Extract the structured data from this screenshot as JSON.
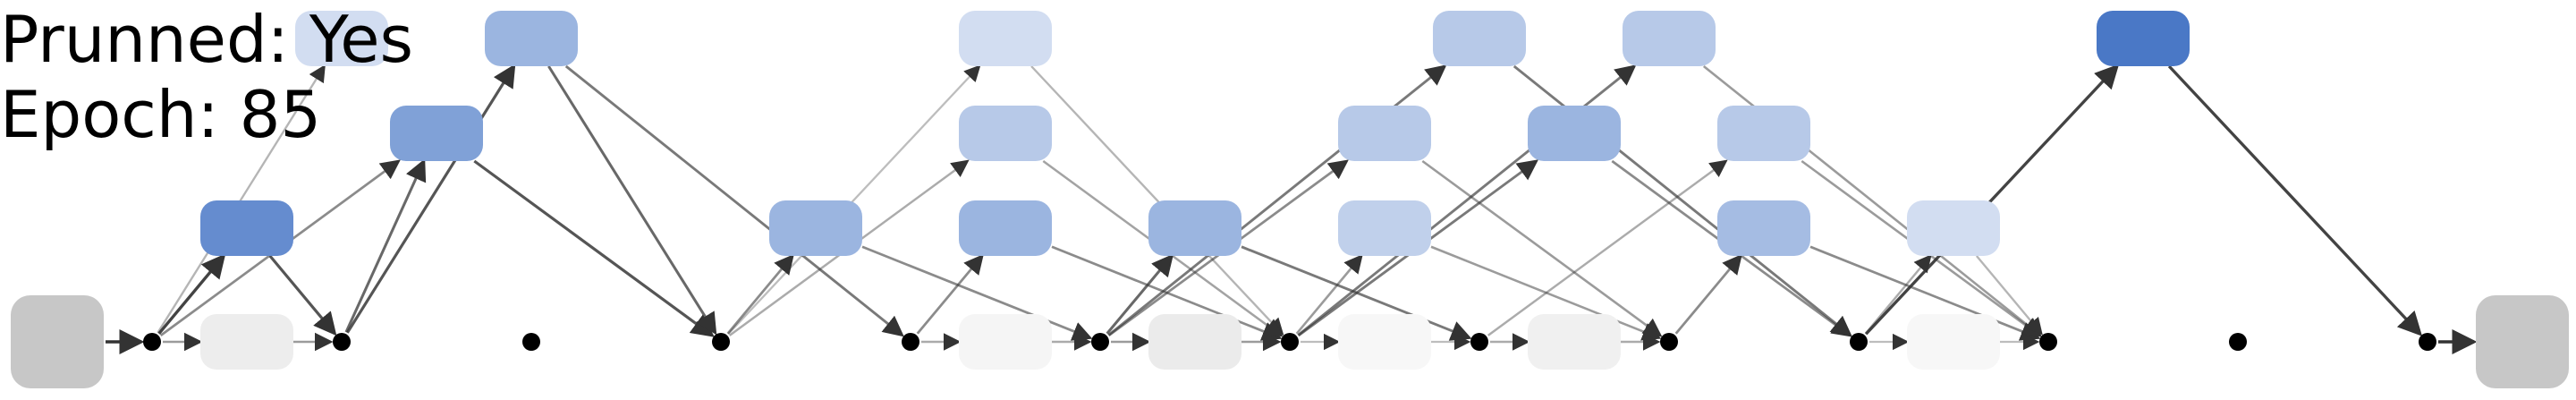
{
  "labels": {
    "pruned_key": "Prunned",
    "pruned_value": "Yes",
    "epoch_key": "Epoch",
    "epoch_value": "85"
  },
  "colors": {
    "accent": "#4a78c6",
    "terminal": "#c7c7c7",
    "dot": "#000000",
    "edge": "#333333"
  },
  "diagram": {
    "dots": [
      {
        "id": "d0",
        "col": 0
      },
      {
        "id": "d1",
        "col": 1
      },
      {
        "id": "d2",
        "col": 2
      },
      {
        "id": "d3",
        "col": 3
      },
      {
        "id": "d4",
        "col": 4
      },
      {
        "id": "d5",
        "col": 5
      },
      {
        "id": "d6",
        "col": 6
      },
      {
        "id": "d7",
        "col": 7
      },
      {
        "id": "d8",
        "col": 8
      },
      {
        "id": "d9",
        "col": 9
      },
      {
        "id": "d10",
        "col": 10
      },
      {
        "id": "d11",
        "col": 11
      },
      {
        "id": "d12",
        "col": 12
      }
    ],
    "boxes": [
      {
        "id": "input",
        "kind": "terminal",
        "slot": -0.5,
        "level": 0,
        "shade": 1.0
      },
      {
        "id": "output",
        "kind": "terminal",
        "slot": 12.5,
        "level": 0,
        "shade": 1.0
      },
      {
        "id": "g01",
        "kind": "gray",
        "slot": 0.5,
        "level": 0,
        "shade": 0.35
      },
      {
        "id": "g45",
        "kind": "gray",
        "slot": 4.5,
        "level": 0,
        "shade": 0.2
      },
      {
        "id": "g56",
        "kind": "gray",
        "slot": 5.5,
        "level": 0,
        "shade": 0.4
      },
      {
        "id": "g67",
        "kind": "gray",
        "slot": 6.5,
        "level": 0,
        "shade": 0.15
      },
      {
        "id": "g78",
        "kind": "gray",
        "slot": 7.5,
        "level": 0,
        "shade": 0.3
      },
      {
        "id": "g910",
        "kind": "gray",
        "slot": 9.5,
        "level": 0,
        "shade": 0.15
      },
      {
        "id": "b01",
        "kind": "blue",
        "slot": 0.5,
        "level": 1,
        "shade": 0.85
      },
      {
        "id": "b35",
        "kind": "blue",
        "slot": 3.5,
        "level": 1,
        "shade": 0.55
      },
      {
        "id": "b46",
        "kind": "blue",
        "slot": 4.5,
        "level": 1,
        "shade": 0.55
      },
      {
        "id": "b57",
        "kind": "blue",
        "slot": 5.5,
        "level": 1,
        "shade": 0.55
      },
      {
        "id": "b68",
        "kind": "blue",
        "slot": 6.5,
        "level": 1,
        "shade": 0.35
      },
      {
        "id": "b810",
        "kind": "blue",
        "slot": 8.5,
        "level": 1,
        "shade": 0.5
      },
      {
        "id": "b911",
        "kind": "blue",
        "slot": 9.5,
        "level": 1,
        "shade": 0.25
      },
      {
        "id": "b02",
        "kind": "blue",
        "slot": 1.5,
        "level": 2,
        "shade": 0.7
      },
      {
        "id": "b46b",
        "kind": "blue",
        "slot": 4.5,
        "level": 2,
        "shade": 0.4
      },
      {
        "id": "b68b",
        "kind": "blue",
        "slot": 6.5,
        "level": 2,
        "shade": 0.4
      },
      {
        "id": "b79",
        "kind": "blue",
        "slot": 7.5,
        "level": 2,
        "shade": 0.55
      },
      {
        "id": "b810b",
        "kind": "blue",
        "slot": 8.5,
        "level": 2,
        "shade": 0.4
      },
      {
        "id": "b03",
        "kind": "blue",
        "slot": 1.0,
        "level": 3,
        "shade": 0.25
      },
      {
        "id": "b14",
        "kind": "blue",
        "slot": 2.0,
        "level": 3,
        "shade": 0.55
      },
      {
        "id": "b36",
        "kind": "blue",
        "slot": 4.5,
        "level": 3,
        "shade": 0.25
      },
      {
        "id": "b69",
        "kind": "blue",
        "slot": 7.0,
        "level": 3,
        "shade": 0.4
      },
      {
        "id": "b710",
        "kind": "blue",
        "slot": 8.0,
        "level": 3,
        "shade": 0.4
      },
      {
        "id": "b1012",
        "kind": "blue",
        "slot": 10.5,
        "level": 3,
        "shade": 1.0
      }
    ],
    "edges": [
      {
        "from": "input",
        "to": "d0",
        "strength": 1.0
      },
      {
        "from": "d0",
        "to": "g01",
        "strength": 0.4
      },
      {
        "from": "g01",
        "to": "d1",
        "strength": 0.4
      },
      {
        "from": "d0",
        "to": "b01",
        "strength": 0.9
      },
      {
        "from": "b01",
        "to": "d1",
        "strength": 0.8
      },
      {
        "from": "d0",
        "to": "b03",
        "strength": 0.25
      },
      {
        "from": "d0",
        "to": "b02",
        "strength": 0.5
      },
      {
        "from": "d1",
        "to": "b02",
        "strength": 0.7
      },
      {
        "from": "d1",
        "to": "b14",
        "strength": 0.8
      },
      {
        "from": "b02",
        "to": "d3",
        "strength": 0.8
      },
      {
        "from": "b14",
        "to": "d3",
        "strength": 0.7
      },
      {
        "from": "b14",
        "to": "d4",
        "strength": 0.6
      },
      {
        "from": "d3",
        "to": "b35",
        "strength": 0.5
      },
      {
        "from": "d3",
        "to": "b46b",
        "strength": 0.3
      },
      {
        "from": "d3",
        "to": "b36",
        "strength": 0.2
      },
      {
        "from": "b35",
        "to": "d5",
        "strength": 0.5
      },
      {
        "from": "b36",
        "to": "d6",
        "strength": 0.25
      },
      {
        "from": "d4",
        "to": "g45",
        "strength": 0.3
      },
      {
        "from": "g45",
        "to": "d5",
        "strength": 0.3
      },
      {
        "from": "d4",
        "to": "b46",
        "strength": 0.5
      },
      {
        "from": "b46",
        "to": "d6",
        "strength": 0.5
      },
      {
        "from": "b46b",
        "to": "d6",
        "strength": 0.35
      },
      {
        "from": "d5",
        "to": "g56",
        "strength": 0.4
      },
      {
        "from": "g56",
        "to": "d6",
        "strength": 0.4
      },
      {
        "from": "d5",
        "to": "b57",
        "strength": 0.7
      },
      {
        "from": "d5",
        "to": "b68b",
        "strength": 0.5
      },
      {
        "from": "d5",
        "to": "b69",
        "strength": 0.6
      },
      {
        "from": "b57",
        "to": "d7",
        "strength": 0.6
      },
      {
        "from": "b68b",
        "to": "d8",
        "strength": 0.4
      },
      {
        "from": "d6",
        "to": "g67",
        "strength": 0.2
      },
      {
        "from": "g67",
        "to": "d7",
        "strength": 0.2
      },
      {
        "from": "d6",
        "to": "b68",
        "strength": 0.4
      },
      {
        "from": "d6",
        "to": "b710",
        "strength": 0.6
      },
      {
        "from": "d6",
        "to": "b79",
        "strength": 0.6
      },
      {
        "from": "b68",
        "to": "d8",
        "strength": 0.4
      },
      {
        "from": "b69",
        "to": "d9",
        "strength": 0.6
      },
      {
        "from": "b79",
        "to": "d9",
        "strength": 0.5
      },
      {
        "from": "d7",
        "to": "g78",
        "strength": 0.3
      },
      {
        "from": "g78",
        "to": "d8",
        "strength": 0.3
      },
      {
        "from": "d7",
        "to": "b810b",
        "strength": 0.3
      },
      {
        "from": "b710",
        "to": "d10",
        "strength": 0.4
      },
      {
        "from": "d8",
        "to": "b810",
        "strength": 0.5
      },
      {
        "from": "b810",
        "to": "d10",
        "strength": 0.5
      },
      {
        "from": "b810b",
        "to": "d10",
        "strength": 0.4
      },
      {
        "from": "d9",
        "to": "g910",
        "strength": 0.2
      },
      {
        "from": "g910",
        "to": "d10",
        "strength": 0.2
      },
      {
        "from": "d9",
        "to": "b911",
        "strength": 0.3
      },
      {
        "from": "b911",
        "to": "d10",
        "strength": 0.25
      },
      {
        "from": "d9",
        "to": "b1012",
        "strength": 0.9
      },
      {
        "from": "b1012",
        "to": "d12",
        "strength": 0.9
      },
      {
        "from": "d12",
        "to": "output",
        "strength": 1.0
      }
    ]
  }
}
